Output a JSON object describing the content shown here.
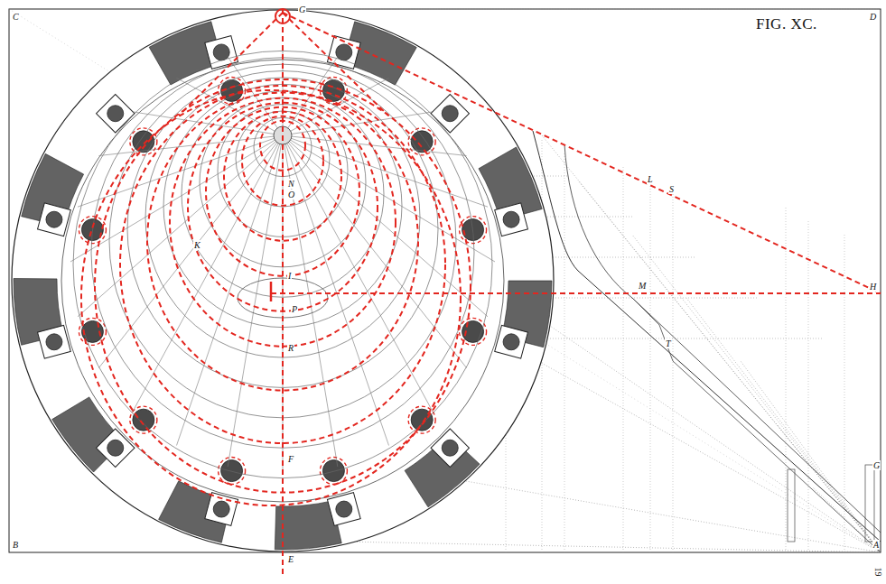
{
  "diagram": {
    "title": "FIG. XC.",
    "labels": [
      "C",
      "G",
      "D",
      "B",
      "E",
      "A",
      "L",
      "S",
      "H",
      "M",
      "T",
      "G",
      "N",
      "O",
      "I",
      "P",
      "R",
      "F",
      "K",
      "19"
    ]
  }
}
